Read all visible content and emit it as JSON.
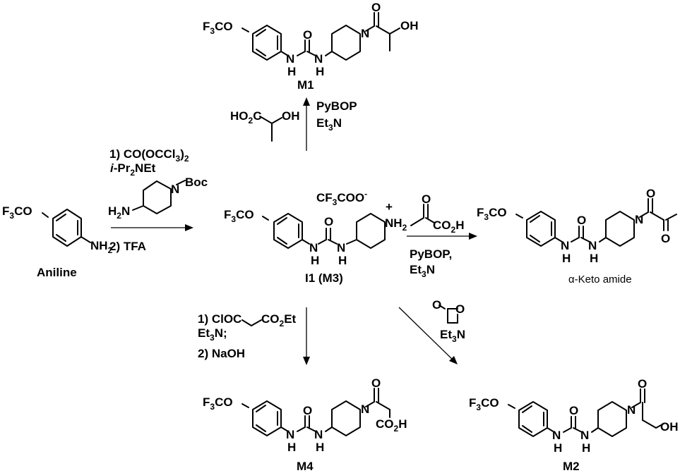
{
  "compounds": {
    "aniline": {
      "label": "Aniline",
      "substituent": "F3CO",
      "amine": "NH2"
    },
    "i1": {
      "label": "I1 (M3)",
      "counterion": "CF3COO-",
      "substituent": "F3CO",
      "ring_nh2": "NH2"
    },
    "m1": {
      "label": "M1",
      "substituent": "F3CO",
      "oh": "OH"
    },
    "keto": {
      "label": "α-Keto amide",
      "substituent": "F3CO"
    },
    "m4": {
      "label": "M4",
      "substituent": "F3CO",
      "acid": "CO2H"
    },
    "m2": {
      "label": "M2",
      "substituent": "F3CO",
      "oh": "OH"
    }
  },
  "common": {
    "n": "N",
    "o": "O",
    "h": "H",
    "plus": "+"
  },
  "reagents": {
    "step1": {
      "line1": "1) CO(OCCl3)2",
      "line2": "i-Pr2NEt",
      "boc": "Boc",
      "h2n": "H2N",
      "line3": "2) TFA"
    },
    "to_m1": {
      "acid_ho2c": "HO2C",
      "acid_oh": "OH",
      "coupling": "PyBOP",
      "base": "Et3N"
    },
    "to_keto": {
      "acid": "CO2H",
      "coupling": "PyBOP,",
      "base": "Et3N"
    },
    "to_m4": {
      "line1": "1) ClOC",
      "line1b": "CO2Et",
      "line2": "Et3N;",
      "line3": "2) NaOH"
    },
    "to_m2": {
      "base": "Et3N"
    }
  }
}
